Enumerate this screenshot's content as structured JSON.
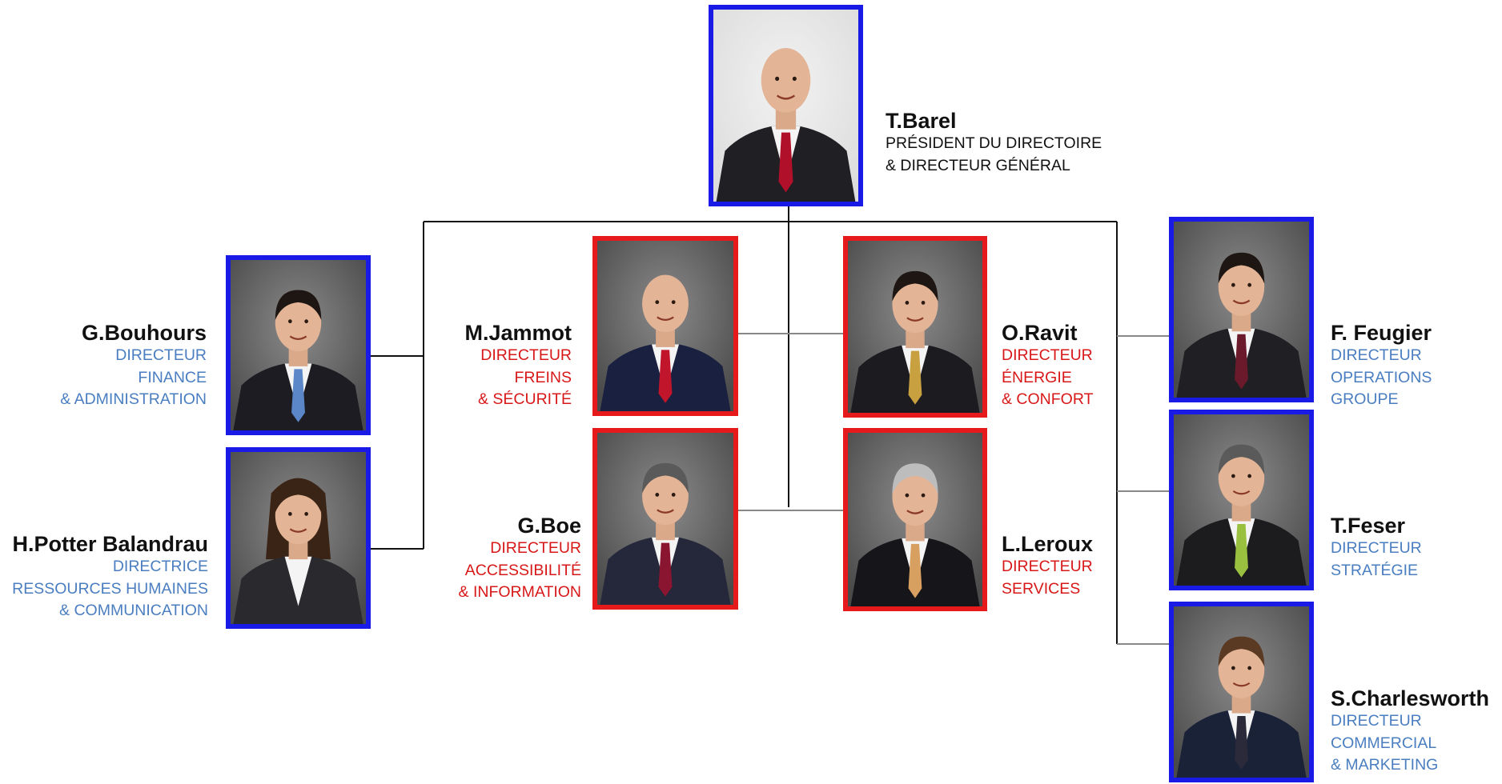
{
  "people": [
    {
      "id": "barel",
      "name": "T.Barel",
      "title_lines": [
        "PRÉSIDENT DU DIRECTOIRE",
        "& DIRECTEUR GÉNÉRAL"
      ],
      "frame_color": "#1a1ae6",
      "text_color": "#111111",
      "tie": "#b0102a",
      "suit": "#1f1f24",
      "hair": "bald"
    },
    {
      "id": "bouhours",
      "name": "G.Bouhours",
      "title_lines": [
        "DIRECTEUR",
        "FINANCE",
        "& ADMINISTRATION"
      ],
      "frame_color": "#1a1ae6",
      "text_color": "#4a7ec0",
      "tie": "#5b86c8",
      "suit": "#1c1c22",
      "hair": "dark"
    },
    {
      "id": "potter",
      "name": "H.Potter Balandrau",
      "title_lines": [
        "DIRECTRICE",
        "RESSOURCES HUMAINES",
        "& COMMUNICATION"
      ],
      "frame_color": "#1a1ae6",
      "text_color": "#4a7ec0",
      "tie": "#f0f0f0",
      "suit": "#2a2a2e",
      "hair": "long"
    },
    {
      "id": "jammot",
      "name": "M.Jammot",
      "title_lines": [
        "DIRECTEUR",
        "FREINS",
        "& SÉCURITÉ"
      ],
      "frame_color": "#e61a1a",
      "text_color": "#d81818",
      "tie": "#c0152a",
      "suit": "#1a2040",
      "hair": "bald"
    },
    {
      "id": "boe",
      "name": "G.Boe",
      "title_lines": [
        "DIRECTEUR",
        "ACCESSIBILITÉ",
        "& INFORMATION"
      ],
      "frame_color": "#e61a1a",
      "text_color": "#d81818",
      "tie": "#8a1530",
      "suit": "#24283a",
      "hair": "grey"
    },
    {
      "id": "ravit",
      "name": "O.Ravit",
      "title_lines": [
        "DIRECTEUR",
        "ÉNERGIE",
        "& CONFORT"
      ],
      "frame_color": "#e61a1a",
      "text_color": "#d81818",
      "tie": "#c8a040",
      "suit": "#1c1c20",
      "hair": "dark"
    },
    {
      "id": "leroux",
      "name": "L.Leroux",
      "title_lines": [
        "DIRECTEUR",
        "SERVICES"
      ],
      "frame_color": "#e61a1a",
      "text_color": "#d81818",
      "tie": "#d8a060",
      "suit": "#15151a",
      "hair": "silver"
    },
    {
      "id": "feugier",
      "name": "F. Feugier",
      "title_lines": [
        "DIRECTEUR",
        "OPERATIONS GROUPE"
      ],
      "frame_color": "#1a1ae6",
      "text_color": "#4a7ec0",
      "tie": "#6a1a2a",
      "suit": "#202024",
      "hair": "dark"
    },
    {
      "id": "feser",
      "name": "T.Feser",
      "title_lines": [
        "DIRECTEUR",
        "STRATÉGIE"
      ],
      "frame_color": "#1a1ae6",
      "text_color": "#4a7ec0",
      "tie": "#9ac040",
      "suit": "#1c1c1e",
      "hair": "grey"
    },
    {
      "id": "charlesworth",
      "name": "S.Charlesworth",
      "title_lines": [
        "DIRECTEUR",
        "COMMERCIAL",
        "& MARKETING"
      ],
      "frame_color": "#1a1ae6",
      "text_color": "#4a7ec0",
      "tie": "#2a2a3a",
      "suit": "#1a2238",
      "hair": "brown"
    }
  ]
}
